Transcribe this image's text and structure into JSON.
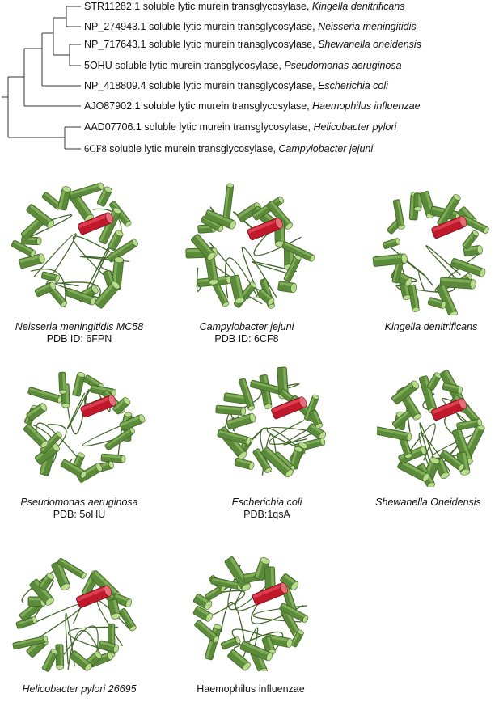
{
  "tree_leaves": [
    {
      "id": "STR11282.1",
      "desc": "soluble lytic murein transglycosylase,",
      "species": "Kingella denitrificans"
    },
    {
      "id": "NP_274943.1",
      "desc": "soluble lytic murein transglycosylase,",
      "species": "Neisseria meningitidis"
    },
    {
      "id": "NP_717643.1",
      "desc": "soluble lytic murein transglycosylase,",
      "species": "Shewanella oneidensis"
    },
    {
      "id": "5OHU",
      "desc": "soluble lytic murein transglycosylase,",
      "species": "Pseudomonas aeruginosa"
    },
    {
      "id": "NP_418809.4",
      "desc": "soluble lytic murein transglycosylase,",
      "species": "Escherichia coli"
    },
    {
      "id": "AJO87902.1",
      "desc": "soluble lytic murein transglycosylase,",
      "species": "Haemophilus influenzae"
    },
    {
      "id": "AAD07706.1",
      "desc": "soluble lytic murein transglycosylase,",
      "species": "Helicobacter pylori"
    },
    {
      "id": "6CF8",
      "desc": "soluble lytic murein transglycosylase,",
      "species": "Campylobacter jejuni"
    }
  ],
  "structures": [
    {
      "name": "Neisseria meningitidis MC58",
      "pdb": "PDB ID: 6FPN",
      "italic": true
    },
    {
      "name": "Campylobacter jejuni",
      "pdb": "PDB ID: 6CF8",
      "italic": true
    },
    {
      "name": "Kingella denitrificans",
      "pdb": "",
      "italic": true
    },
    {
      "name": "Pseudomonas aeruginosa",
      "pdb": "PDB: 5oHU",
      "italic": true
    },
    {
      "name": "Escherichia coli",
      "pdb": "PDB:1qsA",
      "italic": true
    },
    {
      "name": "Shewanella Oneidensis",
      "pdb": "",
      "italic": true
    },
    {
      "name": "Helicobacter pylori 26695",
      "pdb": "",
      "italic": true
    },
    {
      "name": "Haemophilus influenzae",
      "pdb": "",
      "italic": false
    }
  ],
  "colors": {
    "helix": "#5b8a3a",
    "helix_dark": "#3f6626",
    "helix_light": "#b9dc8c",
    "highlight": "#c0192b",
    "branch": "#333333"
  }
}
